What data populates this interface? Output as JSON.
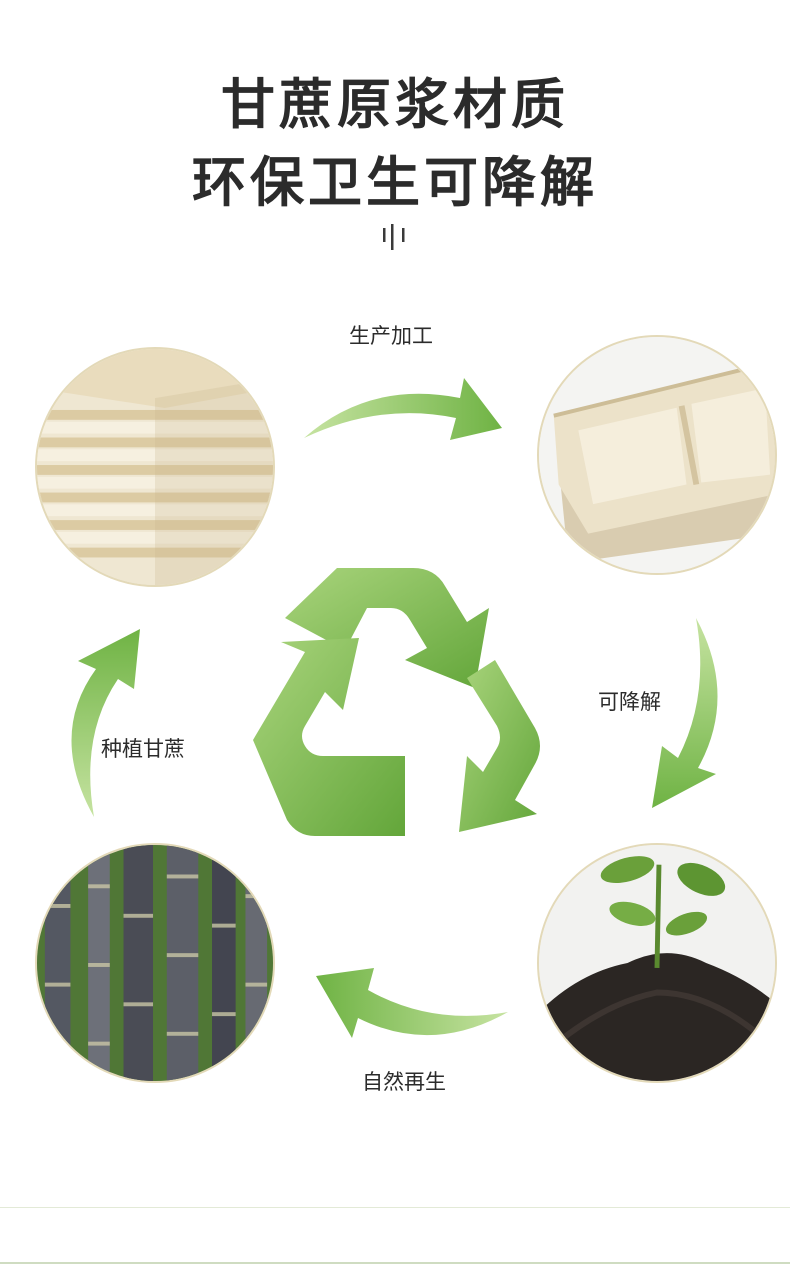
{
  "title": {
    "line1": "甘蔗原浆材质",
    "line2": "环保卫生可降解"
  },
  "cycle": {
    "step_top": "生产加工",
    "step_right": "可降解",
    "step_bottom": "自然再生",
    "step_left": "种植甘蔗"
  },
  "colors": {
    "accent_green_light": "#b8dc8e",
    "accent_green_dark": "#6fb344",
    "title_text": "#2b2b2b"
  },
  "icons": {
    "center": "recycle-icon",
    "arrows": [
      "curved-arrow-right-icon",
      "curved-arrow-down-icon",
      "curved-arrow-left-icon",
      "curved-arrow-up-icon"
    ]
  }
}
